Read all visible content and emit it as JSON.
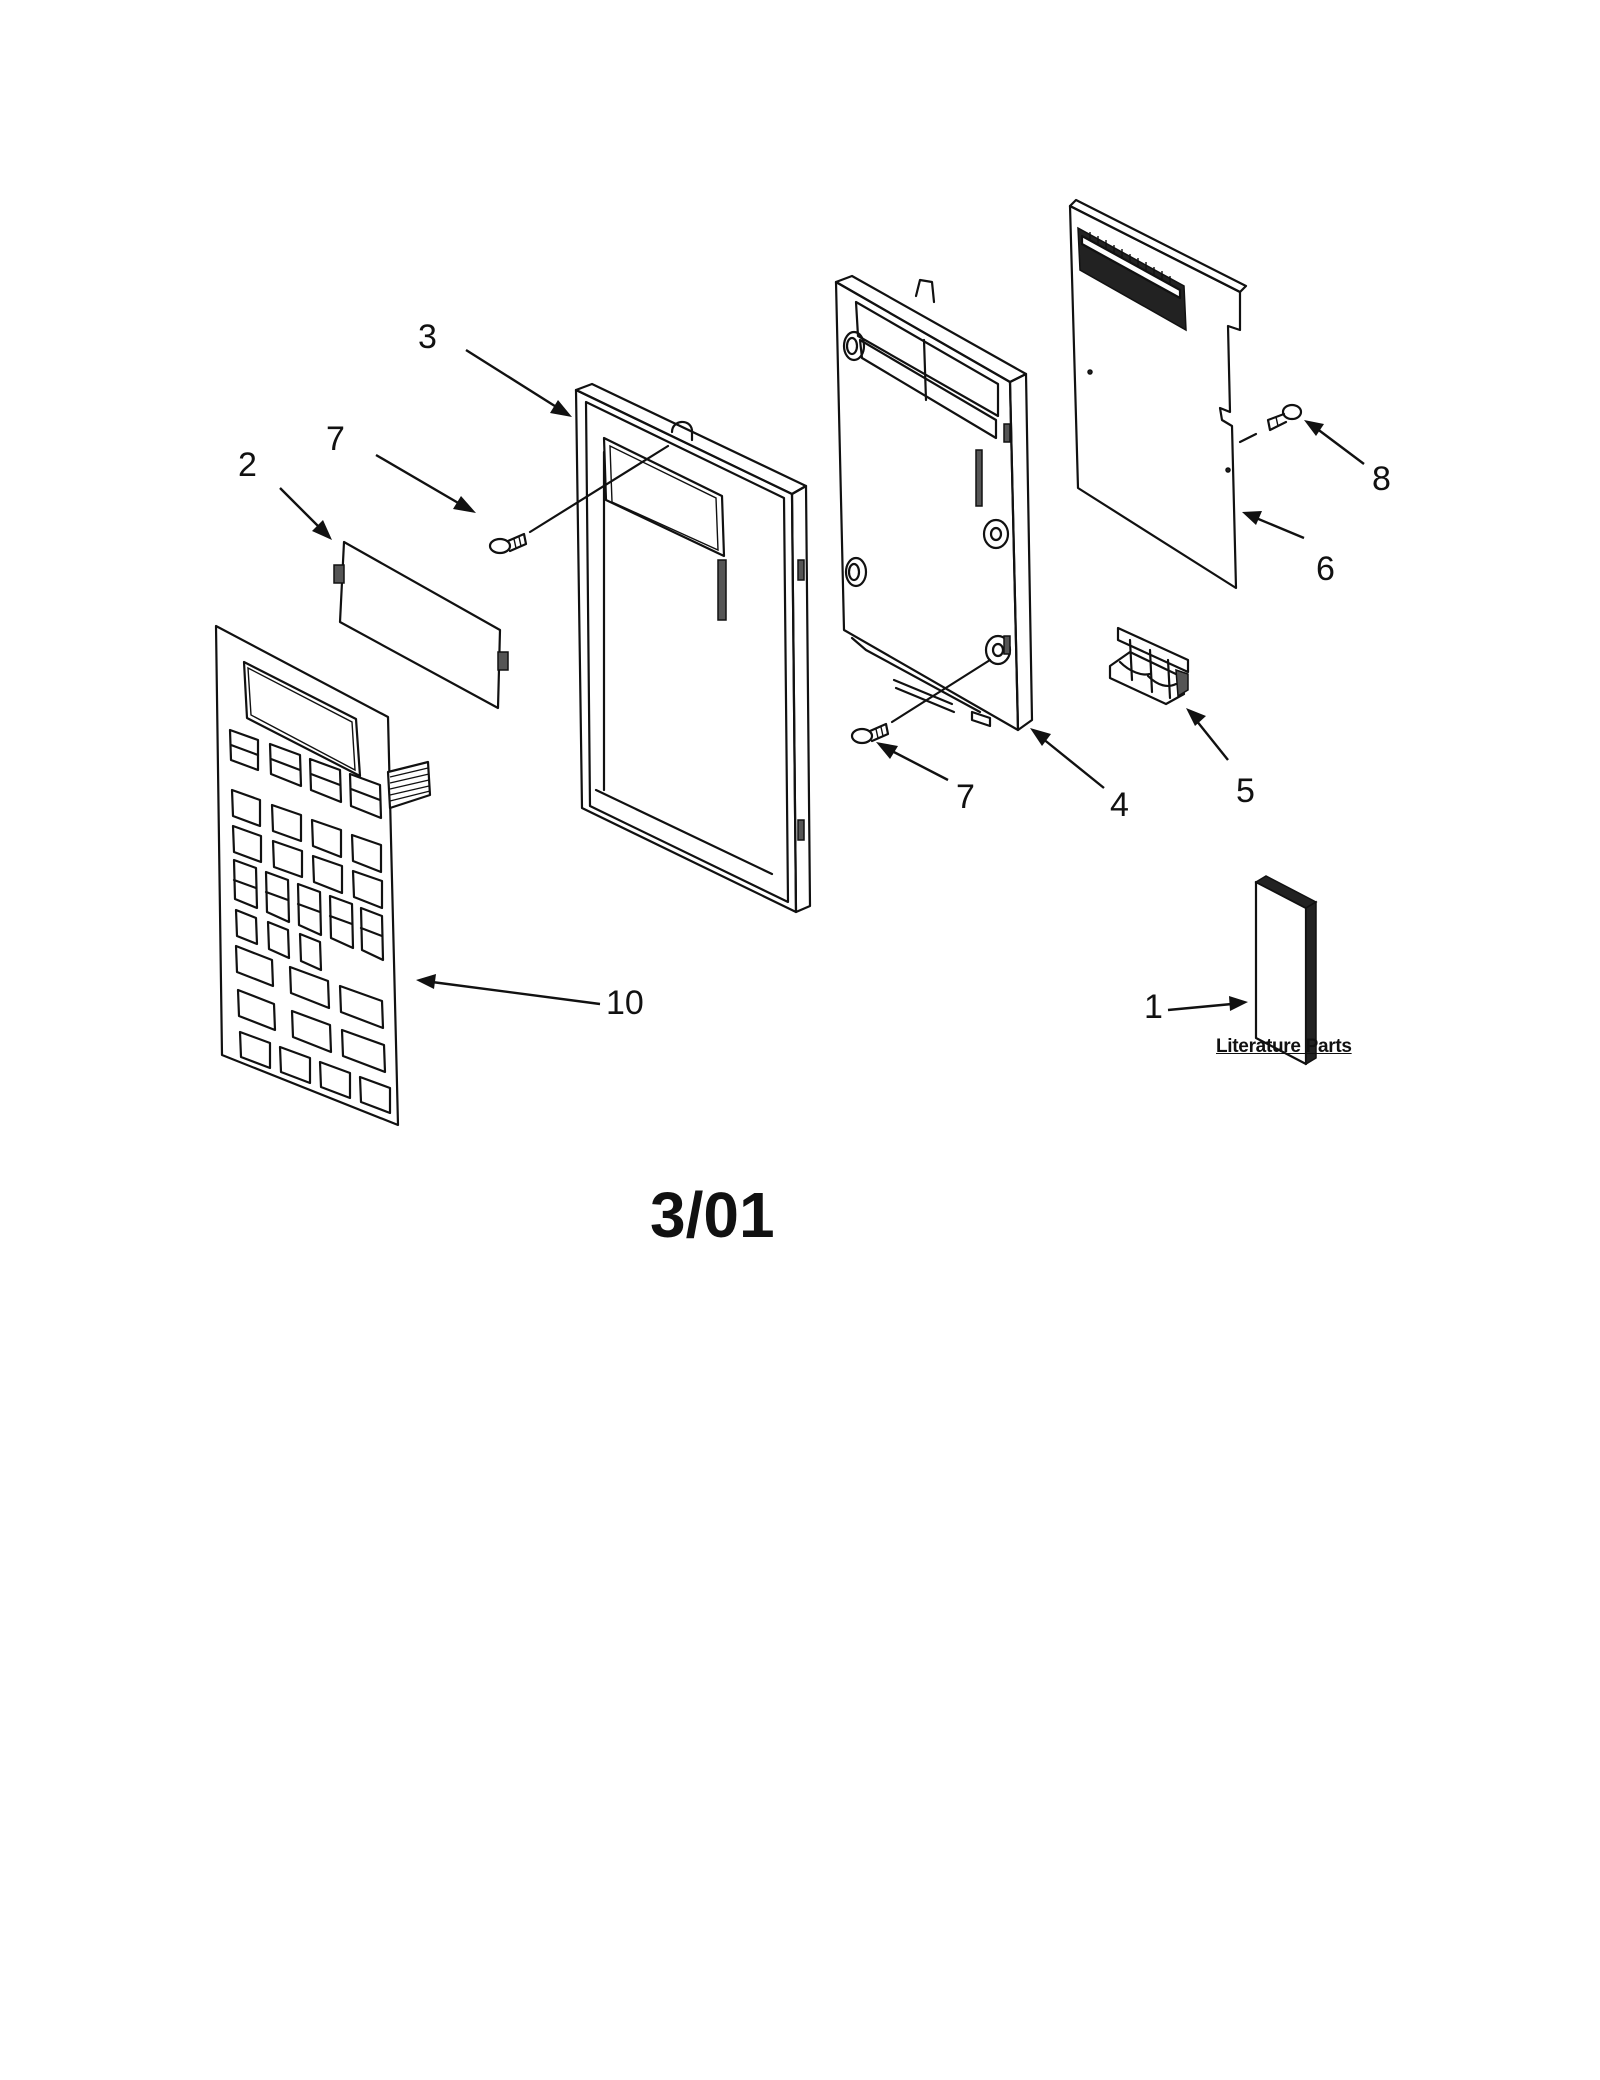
{
  "labels": {
    "part_1": "1",
    "part_2": "2",
    "part_3": "3",
    "part_4": "4",
    "part_5": "5",
    "part_6": "6",
    "part_7a": "7",
    "part_7b": "7",
    "part_8": "8",
    "part_10": "10"
  },
  "literature_parts": "Literature Parts",
  "date_code": "3/01"
}
